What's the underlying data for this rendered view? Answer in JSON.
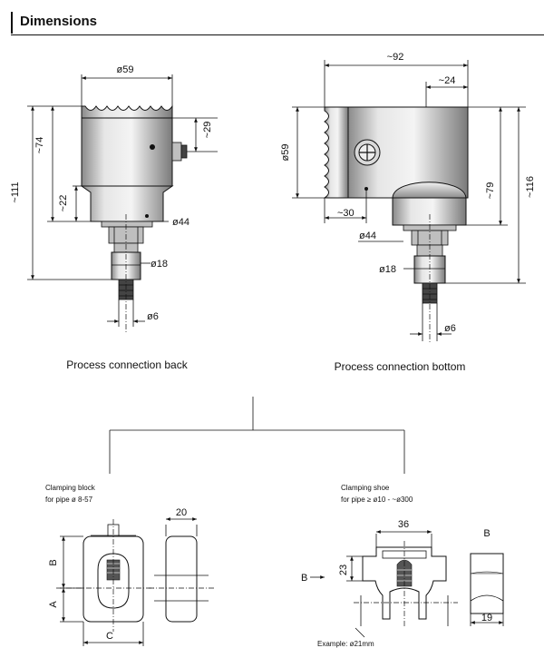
{
  "header": {
    "title": "Dimensions"
  },
  "views": {
    "back": {
      "caption": "Process connection back",
      "dims": {
        "d59": "ø59",
        "h111": "~111",
        "h74": "~74",
        "h29": "~29",
        "h22": "~22",
        "d44": "ø44",
        "d18": "ø18",
        "d6": "ø6"
      }
    },
    "bottom": {
      "caption": "Process connection bottom",
      "dims": {
        "w92": "~92",
        "w24": "~24",
        "d59": "ø59",
        "h116": "~116",
        "h79": "~79",
        "w30": "~30",
        "d44": "ø44",
        "d18": "ø18",
        "d6": "ø6"
      }
    }
  },
  "clamping_block": {
    "title": "Clamping block",
    "subtitle": "for pipe ø 8-57",
    "labels": {
      "b": "B",
      "a": "A",
      "c": "C",
      "w20": "20"
    }
  },
  "clamping_shoe": {
    "title": "Clamping shoe",
    "subtitle": "for pipe ≥ ø10 - ~ø300",
    "labels": {
      "w36": "36",
      "h23": "23",
      "b_arrow": "B",
      "b_side": "B",
      "w19": "19",
      "example": "Example: ø21mm"
    }
  }
}
